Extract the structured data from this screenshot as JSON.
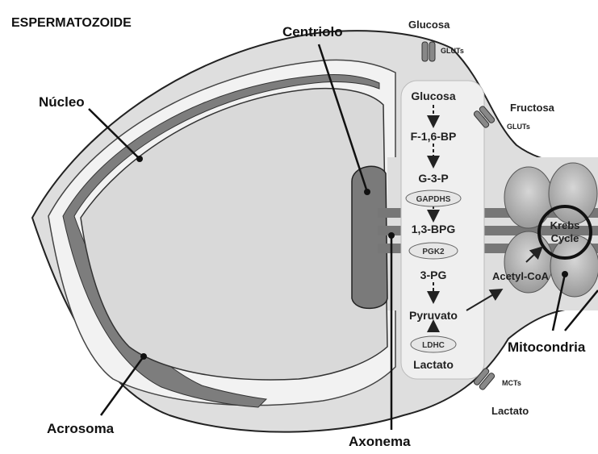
{
  "title": "ESPERMATOZOIDE",
  "labels": {
    "centriolo": "Centriolo",
    "nucleo": "Núcleo",
    "acrosoma": "Acrosoma",
    "axonema": "Axonema",
    "mitocondria": "Mitocondria",
    "krebs_line1": "Krebs",
    "krebs_line2": "Cycle",
    "acetyl_coa": "Acetyl-CoA"
  },
  "transporters": {
    "glucosa_top": "Glucosa",
    "gluts_top": "GLUTs",
    "fructosa": "Fructosa",
    "gluts_right": "GLUTs",
    "mcts": "MCTs",
    "lactato_out": "Lactato"
  },
  "pathway": {
    "steps": [
      "Glucosa",
      "F-1,6-BP",
      "G-3-P",
      "1,3-BPG",
      "3-PG",
      "Pyruvato",
      "Lactato"
    ],
    "enzymes": [
      "GAPDHS",
      "PGK2",
      "LDHC"
    ]
  }
}
